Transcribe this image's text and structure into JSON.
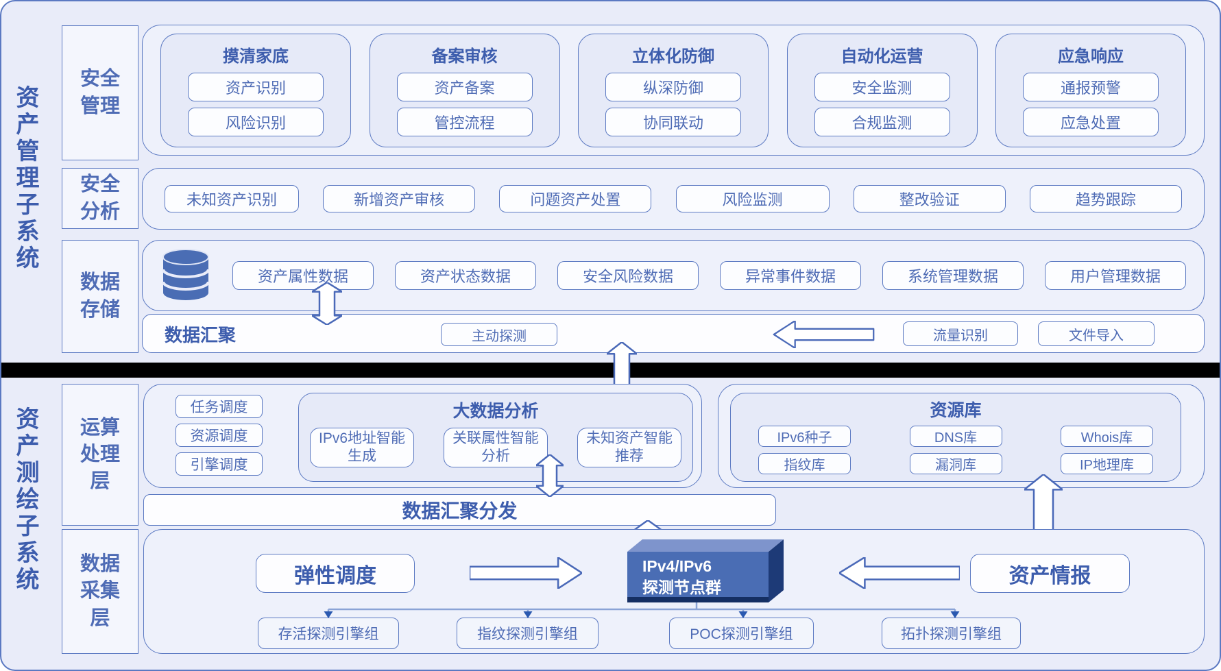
{
  "systems": {
    "top": "资产管理子系统",
    "bottom": "资产测绘子系统"
  },
  "management": {
    "security_mgmt": {
      "label": "安全管理",
      "groups": [
        {
          "title": "摸清家底",
          "items": [
            "资产识别",
            "风险识别"
          ]
        },
        {
          "title": "备案审核",
          "items": [
            "资产备案",
            "管控流程"
          ]
        },
        {
          "title": "立体化防御",
          "items": [
            "纵深防御",
            "协同联动"
          ]
        },
        {
          "title": "自动化运营",
          "items": [
            "安全监测",
            "合规监测"
          ]
        },
        {
          "title": "应急响应",
          "items": [
            "通报预警",
            "应急处置"
          ]
        }
      ]
    },
    "security_analysis": {
      "label": "安全分析",
      "items": [
        "未知资产识别",
        "新增资产审核",
        "问题资产处置",
        "风险监测",
        "整改验证",
        "趋势跟踪"
      ]
    },
    "data_storage": {
      "label": "数据存储",
      "icon": "database-icon",
      "items": [
        "资产属性数据",
        "资产状态数据",
        "安全风险数据",
        "异常事件数据",
        "系统管理数据",
        "用户管理数据"
      ]
    },
    "data_aggregation": {
      "label": "数据汇聚",
      "active_probe": "主动探测",
      "traffic_id": "流量识别",
      "file_import": "文件导入"
    }
  },
  "mapping": {
    "compute_layer": {
      "label": "运算处理层",
      "schedulers": [
        "任务调度",
        "资源调度",
        "引擎调度"
      ],
      "big_data": {
        "title": "大数据分析",
        "items": [
          "IPv6地址智能生成",
          "关联属性智能分析",
          "未知资产智能推荐"
        ]
      },
      "resource_lib": {
        "title": "资源库",
        "items": [
          "IPv6种子",
          "DNS库",
          "Whois库",
          "指纹库",
          "漏洞库",
          "IP地理库"
        ]
      }
    },
    "distribution": {
      "label": "数据汇聚分发"
    },
    "collection_layer": {
      "label": "数据采集层",
      "elastic": "弹性调度",
      "node_line1": "IPv4/IPv6",
      "node_line2": "探测节点群",
      "intel": "资产情报",
      "engines": [
        "存活探测引擎组",
        "指纹探测引擎组",
        "POC探测引擎组",
        "拓扑探测引擎组"
      ]
    }
  },
  "colors": {
    "accent": "#4a69b8",
    "border": "#5b79c2",
    "node_front": "#4a6db4",
    "node_top": "#7e94cc",
    "node_side": "#1d3a77",
    "divider": "#000000"
  }
}
